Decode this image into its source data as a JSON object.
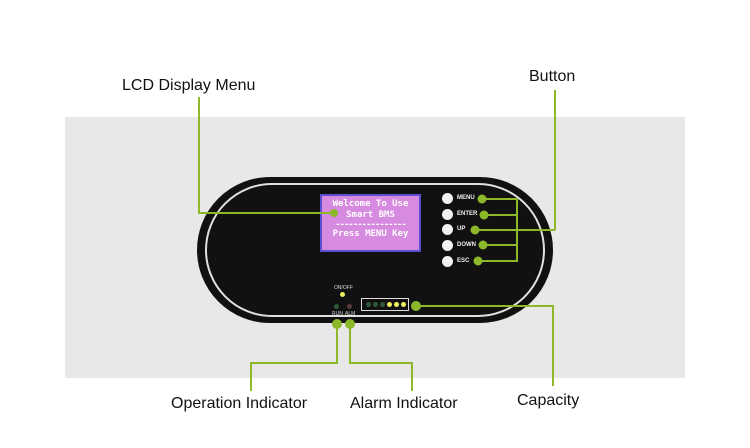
{
  "labels": {
    "lcd": "LCD Display Menu",
    "button": "Button",
    "operation": "Operation Indicator",
    "alarm": "Alarm Indicator",
    "capacity": "Capacity"
  },
  "lcd": {
    "line1": "Welcome To Use",
    "line2": "Smart BMS",
    "separator": "----------------",
    "line3": "Press MENU Key"
  },
  "buttons": [
    "MENU",
    "ENTER",
    "UP",
    "DOWN",
    "ESC"
  ],
  "indicators": {
    "onoff": "ON/OFF",
    "run": "RUN",
    "alm": "ALM"
  },
  "capacity_leds_lit": 3,
  "capacity_leds_total": 6,
  "colors": {
    "accent": "#8cb82a",
    "lcd": "#d68ae0"
  }
}
